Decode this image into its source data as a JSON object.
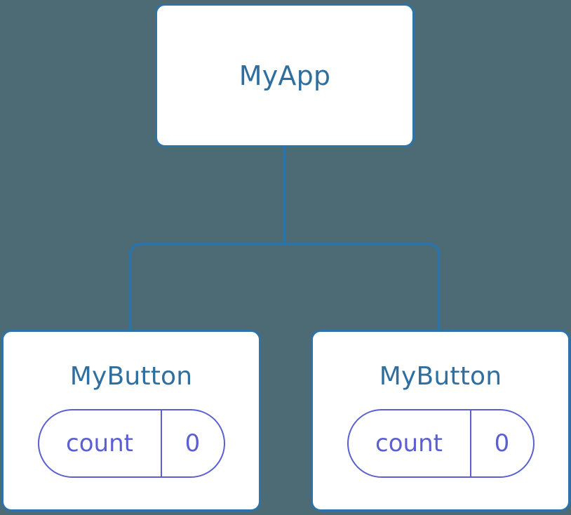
{
  "diagram": {
    "title": "component-tree",
    "background_color": "#4d6b74",
    "node_fill": "#ffffff",
    "node_border_color": "#2d73a8",
    "node_label_color": "#2f6f9f",
    "state_color": "#5c5fd1",
    "edge_color": "#2d73a8"
  },
  "root": {
    "label": "MyApp"
  },
  "children": [
    {
      "label": "MyButton",
      "state": {
        "key": "count",
        "value": "0"
      }
    },
    {
      "label": "MyButton",
      "state": {
        "key": "count",
        "value": "0"
      }
    }
  ]
}
